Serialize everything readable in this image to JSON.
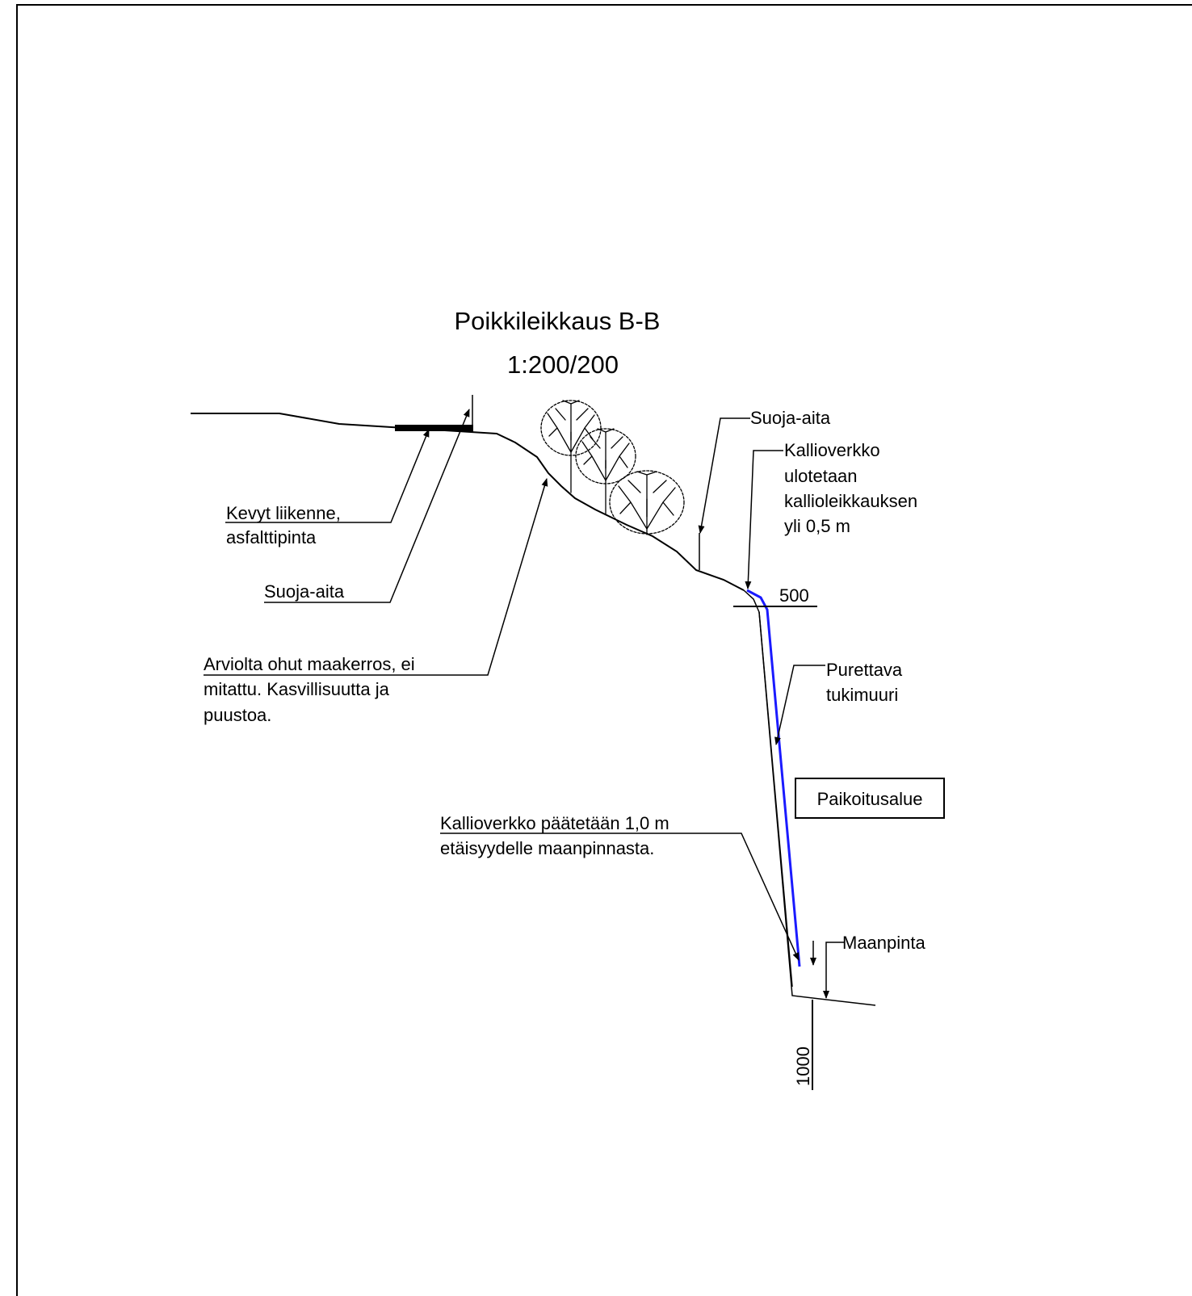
{
  "drawing": {
    "title": "Poikkileikkaus B-B",
    "scale": "1:200/200"
  },
  "labels": {
    "kevyt_line1": "Kevyt liikenne,",
    "kevyt_line2": "asfalttipinta",
    "suoja_left": "Suoja-aita",
    "arviolta_line1": "Arviolta ohut maakerros, ei",
    "arviolta_line2": "mitattu. Kasvillisuutta ja",
    "arviolta_line3": "puustoa.",
    "suoja_right": "Suoja-aita",
    "kallio_line1": "Kallioverkko",
    "kallio_line2": "ulotetaan",
    "kallio_line3": "kallioleikkauksen",
    "kallio_line4": "yli 0,5 m",
    "dim_500": "500",
    "purettava_line1": "Purettava",
    "purettava_line2": "tukimuuri",
    "paikoitus": "Paikoitusalue",
    "kallio_end_line1": "Kallioverkko päätetään 1,0 m",
    "kallio_end_line2": "etäisyydelle maanpinnasta.",
    "maanpinta": "Maanpinta",
    "dim_1000": "1000"
  },
  "colors": {
    "line": "#000000",
    "rock_net": "#1a1aff",
    "background": "#ffffff"
  }
}
